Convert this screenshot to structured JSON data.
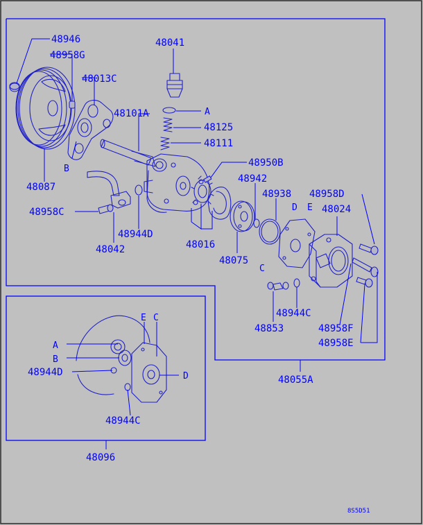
{
  "drawing_code": "8S5D51",
  "labels": {
    "p48946": "48946",
    "p48958G": "48958G",
    "p48013C": "48013C",
    "p48041": "48041",
    "p48101A": "48101A",
    "p48125": "48125",
    "p48111": "48111",
    "p48950B": "48950B",
    "p48942": "48942",
    "p48938": "48938",
    "p48958D": "48958D",
    "p48024": "48024",
    "p48087": "48087",
    "p48958C": "48958C",
    "p48944D": "48944D",
    "p48042": "48042",
    "p48016": "48016",
    "p48075": "48075",
    "p48853": "48853",
    "p48944C": "48944C",
    "p48958F": "48958F",
    "p48958E": "48958E",
    "p48055A": "48055A",
    "p48096": "48096",
    "inset_48944D": "48944D",
    "inset_48944C": "48944C"
  },
  "letters": {
    "A": "A",
    "B": "B",
    "C": "C",
    "D": "D",
    "E": "E"
  }
}
